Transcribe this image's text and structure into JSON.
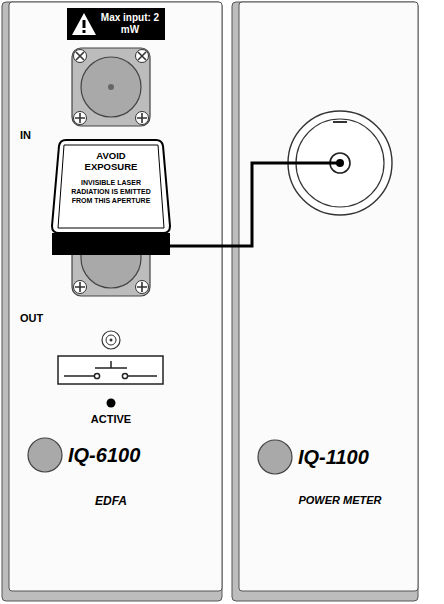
{
  "diagram": {
    "nodes": [
      {
        "text": [
          "IQ-6100",
          "EDFA"
        ]
      },
      {
        "text": [
          "Max input: 2 mW"
        ],
        "in": 0
      },
      {
        "text": [
          "AVOID EXPOSURE",
          "INVISIBLE LASER RADIATION IS EMITTED FROM THIS APERTURE"
        ],
        "in": 0
      },
      {
        "text": [
          "IQ-1100",
          "POWER METER"
        ]
      }
    ],
    "edges": [
      {
        "from": 2,
        "to": 3,
        "arrow": "none"
      }
    ],
    "labels": [
      "IN",
      "OUT",
      "ACTIVE"
    ]
  }
}
